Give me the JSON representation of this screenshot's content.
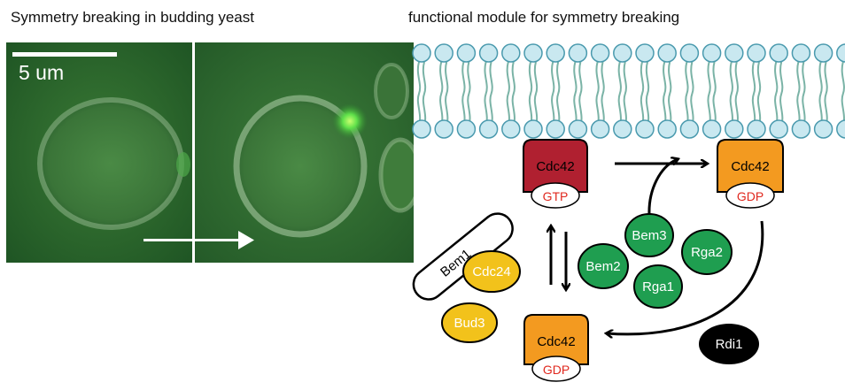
{
  "titles": {
    "left": "Symmetry breaking in budding yeast",
    "right": "functional module for symmetry breaking"
  },
  "micrograph": {
    "scale_label": "5 um"
  },
  "diagram": {
    "cdc42_top": {
      "label": "Cdc42",
      "nucleotide": "GTP"
    },
    "cdc42_right": {
      "label": "Cdc42",
      "nucleotide": "GDP"
    },
    "cdc42_bottom": {
      "label": "Cdc42",
      "nucleotide": "GDP"
    },
    "gaps": [
      "Bem3",
      "Bem2",
      "Rga2",
      "Rga1"
    ],
    "gef_complex": {
      "scaffold": "Bem1",
      "gef": "Cdc24"
    },
    "bud3": "Bud3",
    "gdi": "Rdi1"
  },
  "colors": {
    "cdc42_gtp": "#b02030",
    "cdc42_gdp": "#f39a20",
    "gap_green": "#1f9e50",
    "gef_yellow": "#f2c21b",
    "gdi_black": "#000000",
    "nucleotide_text": "#e0281e",
    "lipid_head": "#c9e8f0",
    "lipid_stroke": "#4a9aae",
    "lipid_tail": "#7ab3a6",
    "micrograph_bg": "#2f6b30"
  }
}
